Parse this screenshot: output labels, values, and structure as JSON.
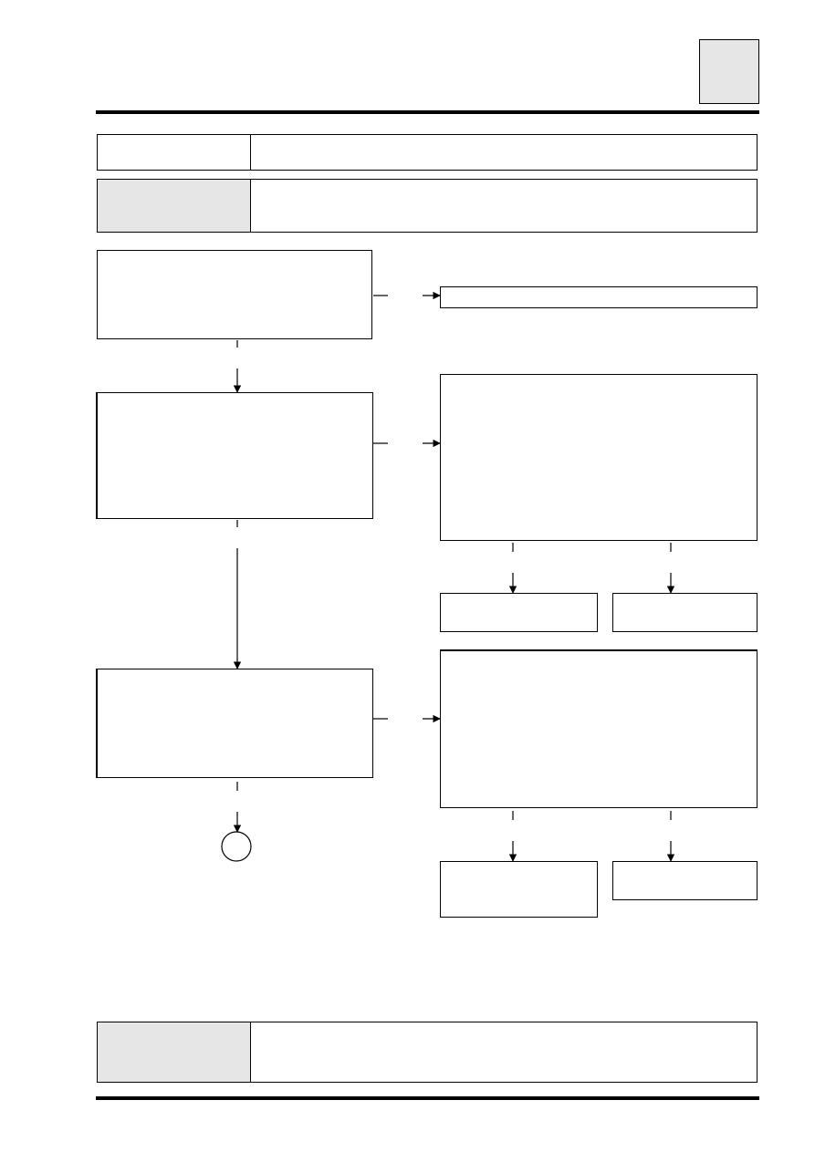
{
  "header": {
    "section_tab": ""
  },
  "info_table_top": [
    {
      "label": "",
      "value": ""
    },
    {
      "label": "",
      "value": ""
    }
  ],
  "info_table_bottom": {
    "label": "",
    "value": ""
  },
  "flowchart": {
    "steps": [
      {
        "id": "step-1",
        "text": ""
      },
      {
        "id": "step-2",
        "text": ""
      },
      {
        "id": "step-3",
        "text": ""
      }
    ],
    "results": [
      {
        "id": "result-1",
        "text": ""
      },
      {
        "id": "result-2",
        "text": ""
      },
      {
        "id": "result-2a",
        "text": ""
      },
      {
        "id": "result-2b",
        "text": ""
      },
      {
        "id": "result-3",
        "text": ""
      },
      {
        "id": "result-3a",
        "text": ""
      },
      {
        "id": "result-3b",
        "text": ""
      }
    ],
    "connector_label": ""
  }
}
